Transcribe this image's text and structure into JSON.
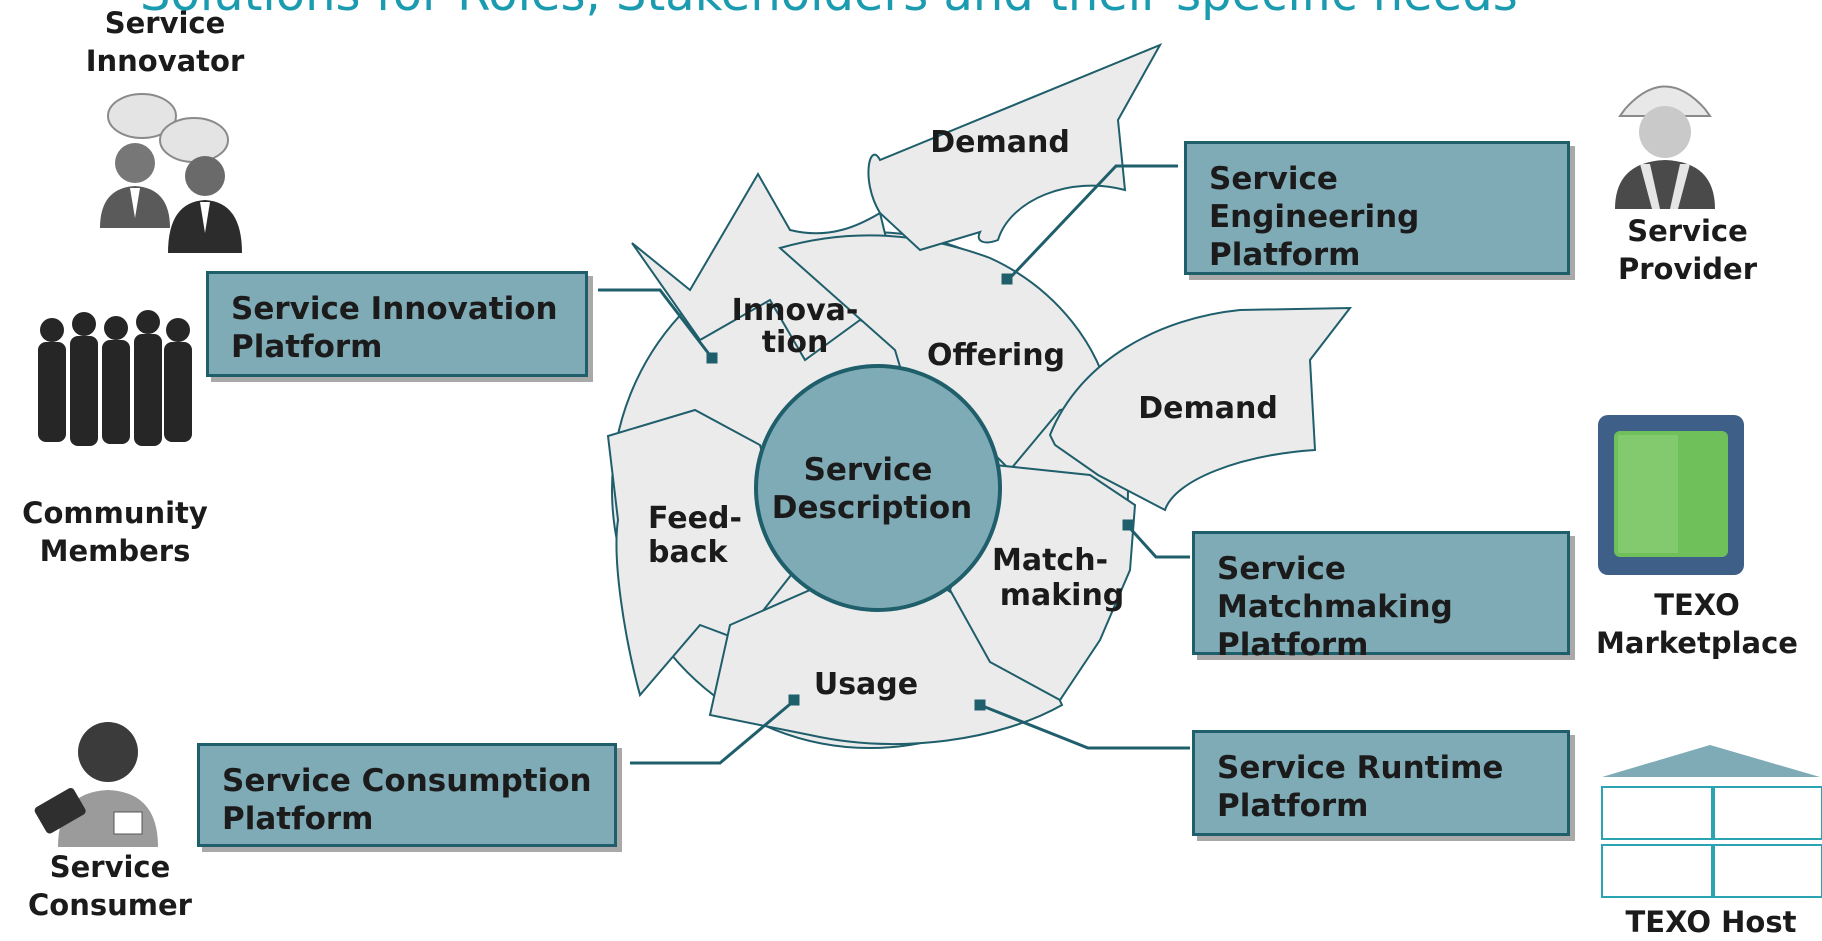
{
  "title": "Solutions for Roles, Stakeholders and their specific needs",
  "roles": {
    "innovator": "Service\nInnovator",
    "community": "Community\nMembers",
    "consumer": "Service\nConsumer",
    "provider": "Service\nProvider",
    "marketplace": "TEXO\nMarketplace",
    "host": "TEXO Host"
  },
  "platforms": {
    "innovation": "Service Innovation\nPlatform",
    "engineering": "Service\nEngineering\nPlatform",
    "matchmaking": "Service\nMatchmaking\nPlatform",
    "runtime": "Service Runtime\nPlatform",
    "consumption": "Service Consumption\nPlatform"
  },
  "cycle": {
    "center_line1": "Service",
    "center_line2": "Description",
    "innovation_line1": "Innova-",
    "innovation_line2": "tion",
    "offering": "Offering",
    "demand_top": "Demand",
    "demand_right": "Demand",
    "feedback_line1": "Feed-",
    "feedback_line2": "back",
    "matchmaking_line1": "Match-",
    "matchmaking_line2": "making",
    "usage": "Usage"
  },
  "icons": {
    "innovator": "two-businessmen-speech-bubbles-icon",
    "community": "crowd-silhouette-icon",
    "consumer": "consumer-person-icon",
    "provider": "worker-hardhat-icon",
    "marketplace": "green-button-icon",
    "host": "house-grid-icon"
  },
  "colors": {
    "title": "#1a9bb0",
    "platform_fill": "#7fabb6",
    "platform_border": "#1f5e6b",
    "cycle_fill": "#ebebeb",
    "cycle_stroke": "#1f5e6b",
    "center_fill": "#7fabb6",
    "marketplace_green": "#6fbf5a",
    "marketplace_frame": "#3d5f88",
    "host_line": "#2aa3b3"
  }
}
